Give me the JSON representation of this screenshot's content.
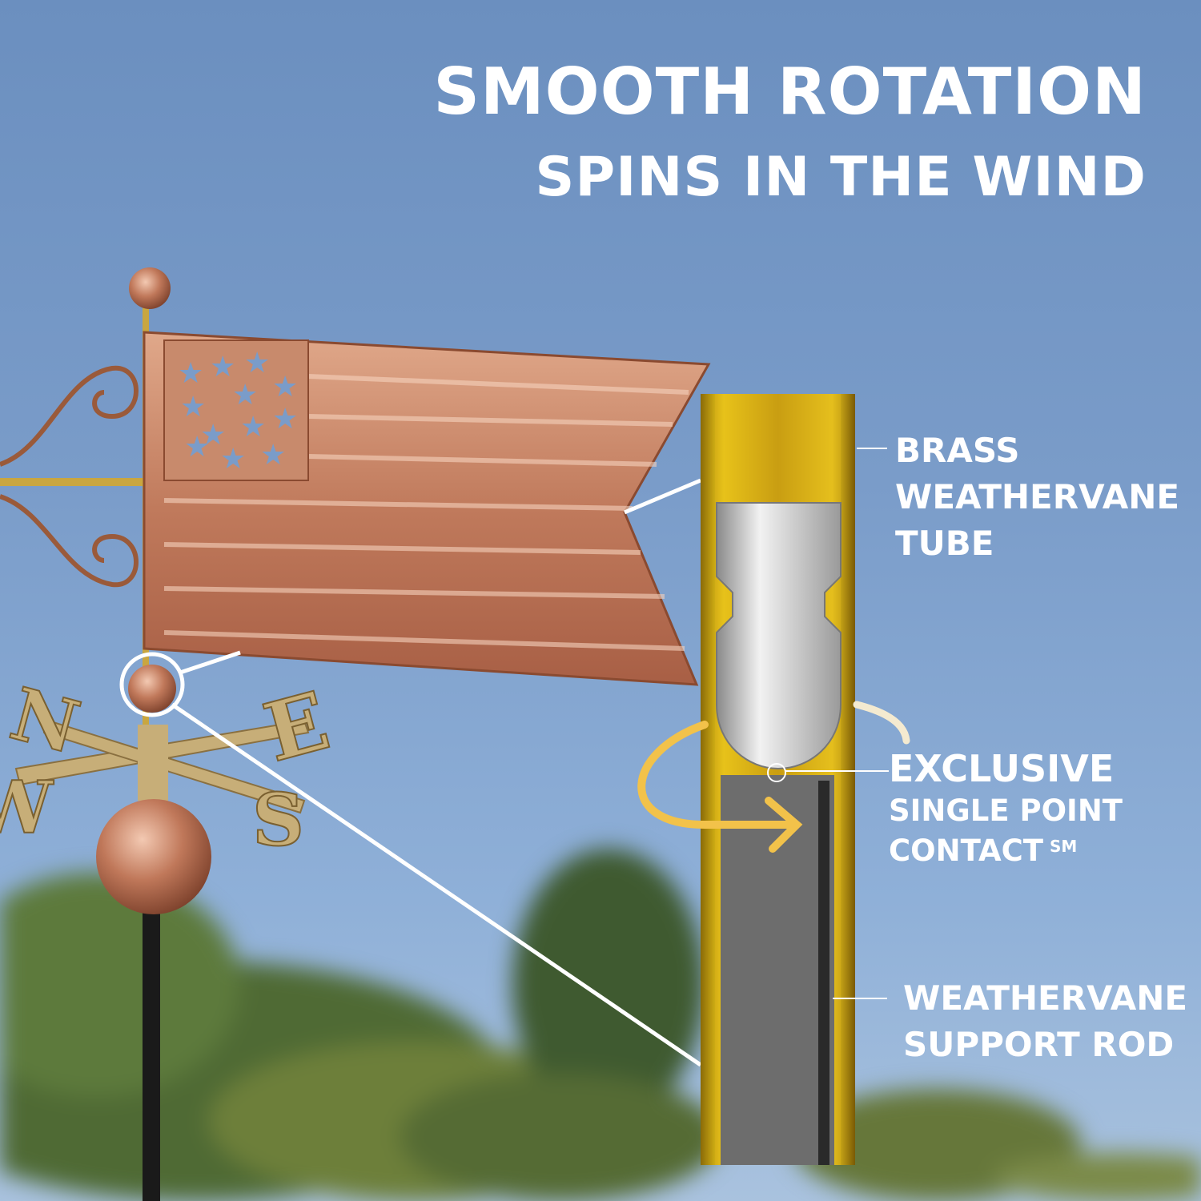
{
  "headline": {
    "title": "SMOOTH ROTATION",
    "subtitle": "SPINS IN THE WIND"
  },
  "callouts": {
    "tube": [
      "BRASS",
      "WEATHERVANE",
      "TUBE"
    ],
    "contact": [
      "EXCLUSIVE",
      "SINGLE POINT",
      "CONTACT"
    ],
    "contact_mark": "SM",
    "rod": [
      "WEATHERVANE",
      "SUPPORT ROD"
    ]
  },
  "compass_letters": [
    "N",
    "E",
    "S",
    "W"
  ],
  "colors": {
    "sky": "#7a9cc9",
    "copper": "#c98a6a",
    "brass": "#d4a21a",
    "rod": "#6a6a6a",
    "bearing": "#c8c8c8",
    "arrow": "#f2c24a",
    "text": "#ffffff"
  }
}
